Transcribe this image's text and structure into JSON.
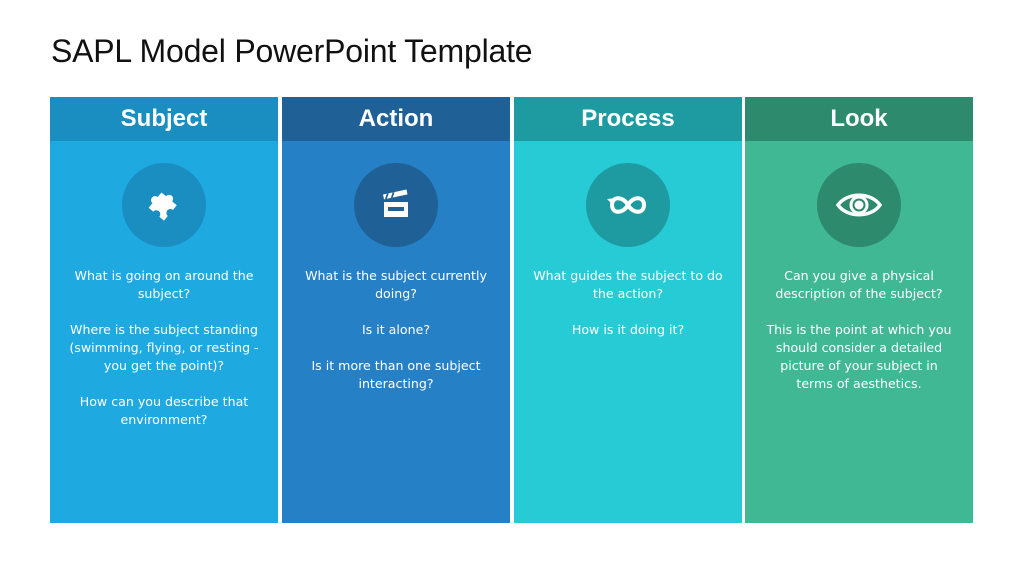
{
  "title": "SAPL Model PowerPoint Template",
  "columns": [
    {
      "label": "Subject",
      "icon": "puzzle-piece-icon",
      "colors": {
        "header": "#1a8dc1",
        "body": "#1ea9e1",
        "circle": "#1a8dc1"
      },
      "paragraphs": [
        "What is going on around the subject?",
        "Where is the subject standing (swimming, flying, or resting - you get the point)?",
        "How can you describe that environment?"
      ]
    },
    {
      "label": "Action",
      "icon": "clapperboard-icon",
      "colors": {
        "header": "#1f6196",
        "body": "#2680c6",
        "circle": "#1f6196"
      },
      "paragraphs": [
        "What is the subject currently doing?",
        "Is it alone?",
        "Is it more than one subject interacting?"
      ]
    },
    {
      "label": "Process",
      "icon": "infinity-loop-icon",
      "colors": {
        "header": "#1e9ba1",
        "body": "#27cbd6",
        "circle": "#1e9ba1"
      },
      "paragraphs": [
        "What guides the subject to do the action?",
        "How is it doing it?"
      ]
    },
    {
      "label": "Look",
      "icon": "eye-icon",
      "colors": {
        "header": "#2e8a6c",
        "body": "#40b893",
        "circle": "#2e8a6c"
      },
      "paragraphs": [
        "Can you give a physical description of the subject?",
        "This is the point at which you should consider a detailed picture of your subject in terms of aesthetics."
      ]
    }
  ]
}
